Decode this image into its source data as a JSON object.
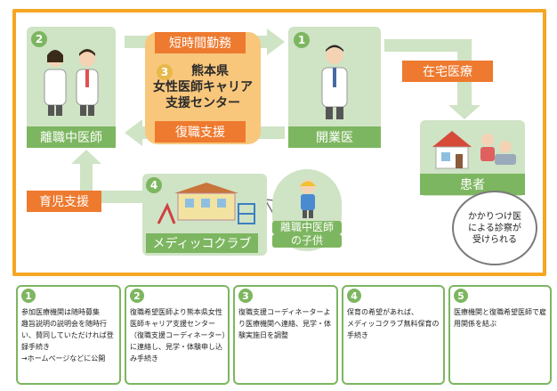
{
  "nodes": {
    "former": {
      "number": "2",
      "label": "離職中医師"
    },
    "practitioner": {
      "number": "1",
      "label": "開業医"
    },
    "center": {
      "number": "3",
      "line1": "熊本県",
      "line2": "女性医師キャリア",
      "line3": "支援センター"
    },
    "club": {
      "number": "4",
      "label": "メディッコクラブ"
    },
    "patient": {
      "label": "患者"
    },
    "child": {
      "line1": "離職中医師",
      "line2": "の子供"
    }
  },
  "arrows": {
    "short_hours": "短時間勤務",
    "return_support": "復職支援",
    "home_care": "在宅医療",
    "childcare": "育児支援"
  },
  "bubble": {
    "line1": "かかりつけ医",
    "line2": "による診察が",
    "line3": "受けられる"
  },
  "steps": [
    {
      "number": "1",
      "text": "参加医療機関は随時募集 \n趣旨説明の説明会を随時行い、賛同していただければ登録手続き\n→ホームページなどに公開"
    },
    {
      "number": "2",
      "text": "復職希望医師より熊本県女性医師キャリア支援センター（復職支援コーディネーター）に連絡し、見学・体験申し込み手続き"
    },
    {
      "number": "3",
      "text": "復職支援コーディネーターより医療機関へ連絡、見学・体験実施日を調整"
    },
    {
      "number": "4",
      "text": "保育の希望があれば、\nメディッコクラブ無料保育の手続き"
    },
    {
      "number": "5",
      "text": "医療機関と復職希望医師で雇用関係を結ぶ"
    }
  ],
  "colors": {
    "frame": "#f5a623",
    "green": "#7db660",
    "light_green": "#cfe3c5",
    "orange": "#ee7a2f",
    "center": "#f8c77c"
  }
}
